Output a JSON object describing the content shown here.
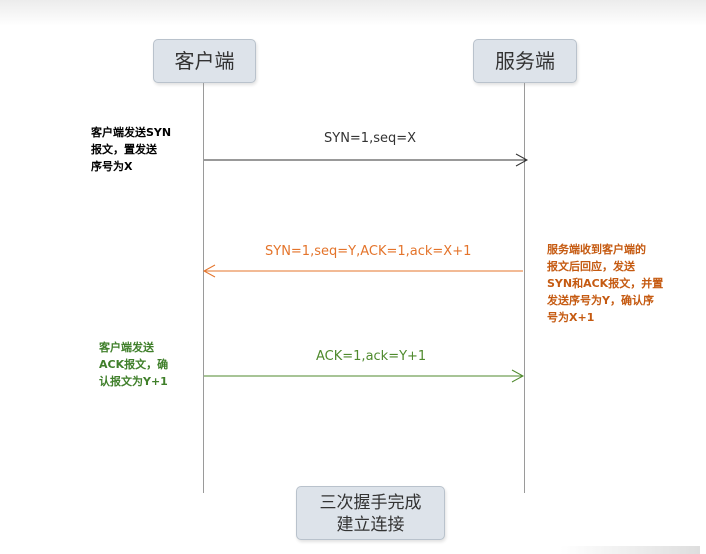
{
  "parties": {
    "client": "客户端",
    "server": "服务端"
  },
  "messages": {
    "syn": "SYN=1,seq=X",
    "syn_ack": "SYN=1,seq=Y,ACK=1,ack=X+1",
    "ack": "ACK=1,ack=Y+1"
  },
  "notes": {
    "client_syn": [
      "客户端发送SYN",
      "报文，置发送",
      "序号为X"
    ],
    "server_syn_ack": [
      "服务端收到客户端的",
      "报文后回应，发送",
      "SYN和ACK报文，并置",
      "发送序号为Y，确认序",
      "号为X+1"
    ],
    "client_ack": [
      "客户端发送",
      "ACK报文，确",
      "认报文为Y+1"
    ]
  },
  "completion": [
    "三次握手完成",
    "建立连接"
  ],
  "colors": {
    "syn": "#333333",
    "syn_ack": "#e4742b",
    "ack": "#4f8a2d"
  }
}
